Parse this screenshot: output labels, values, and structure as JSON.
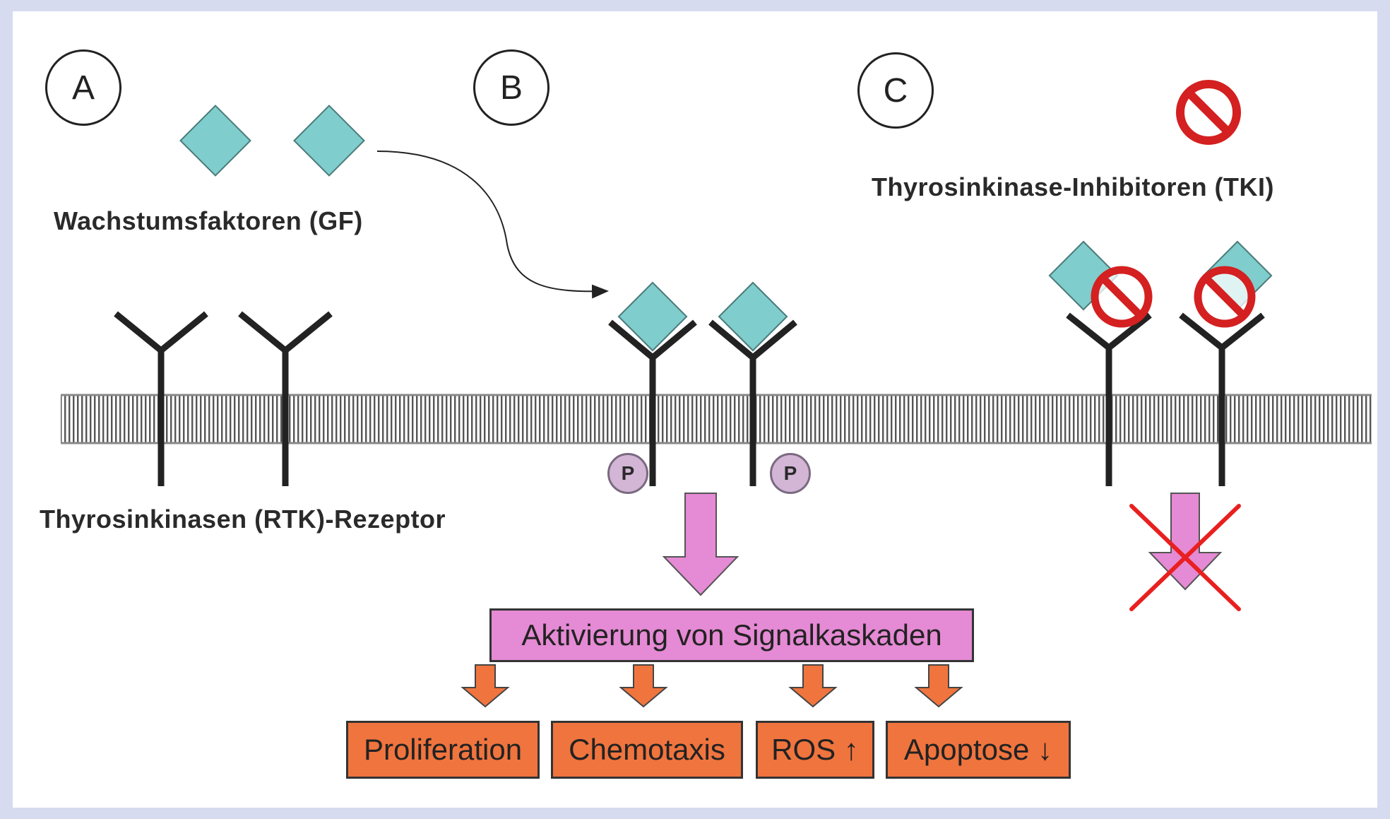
{
  "panels": {
    "a": "A",
    "b": "B",
    "c": "C"
  },
  "labels": {
    "growth_factors": "Wachstumsfaktoren (GF)",
    "receptor": "Thyrosinkinasen (RTK)-Rezeptor",
    "tki": "Thyrosinkinase-Inhibitoren (TKI)"
  },
  "phospho": {
    "left": "P",
    "right": "P"
  },
  "cascade": "Aktivierung von Signalkaskaden",
  "outcomes": [
    "Proliferation",
    "Chemotaxis",
    "ROS ↑",
    "Apoptose ↓"
  ],
  "colors": {
    "growth_factor": "#7fcdcc",
    "cascade": "#e58ad4",
    "outcome": "#f0743e",
    "inhibitor": "#d42020",
    "cross": "#e82020"
  }
}
